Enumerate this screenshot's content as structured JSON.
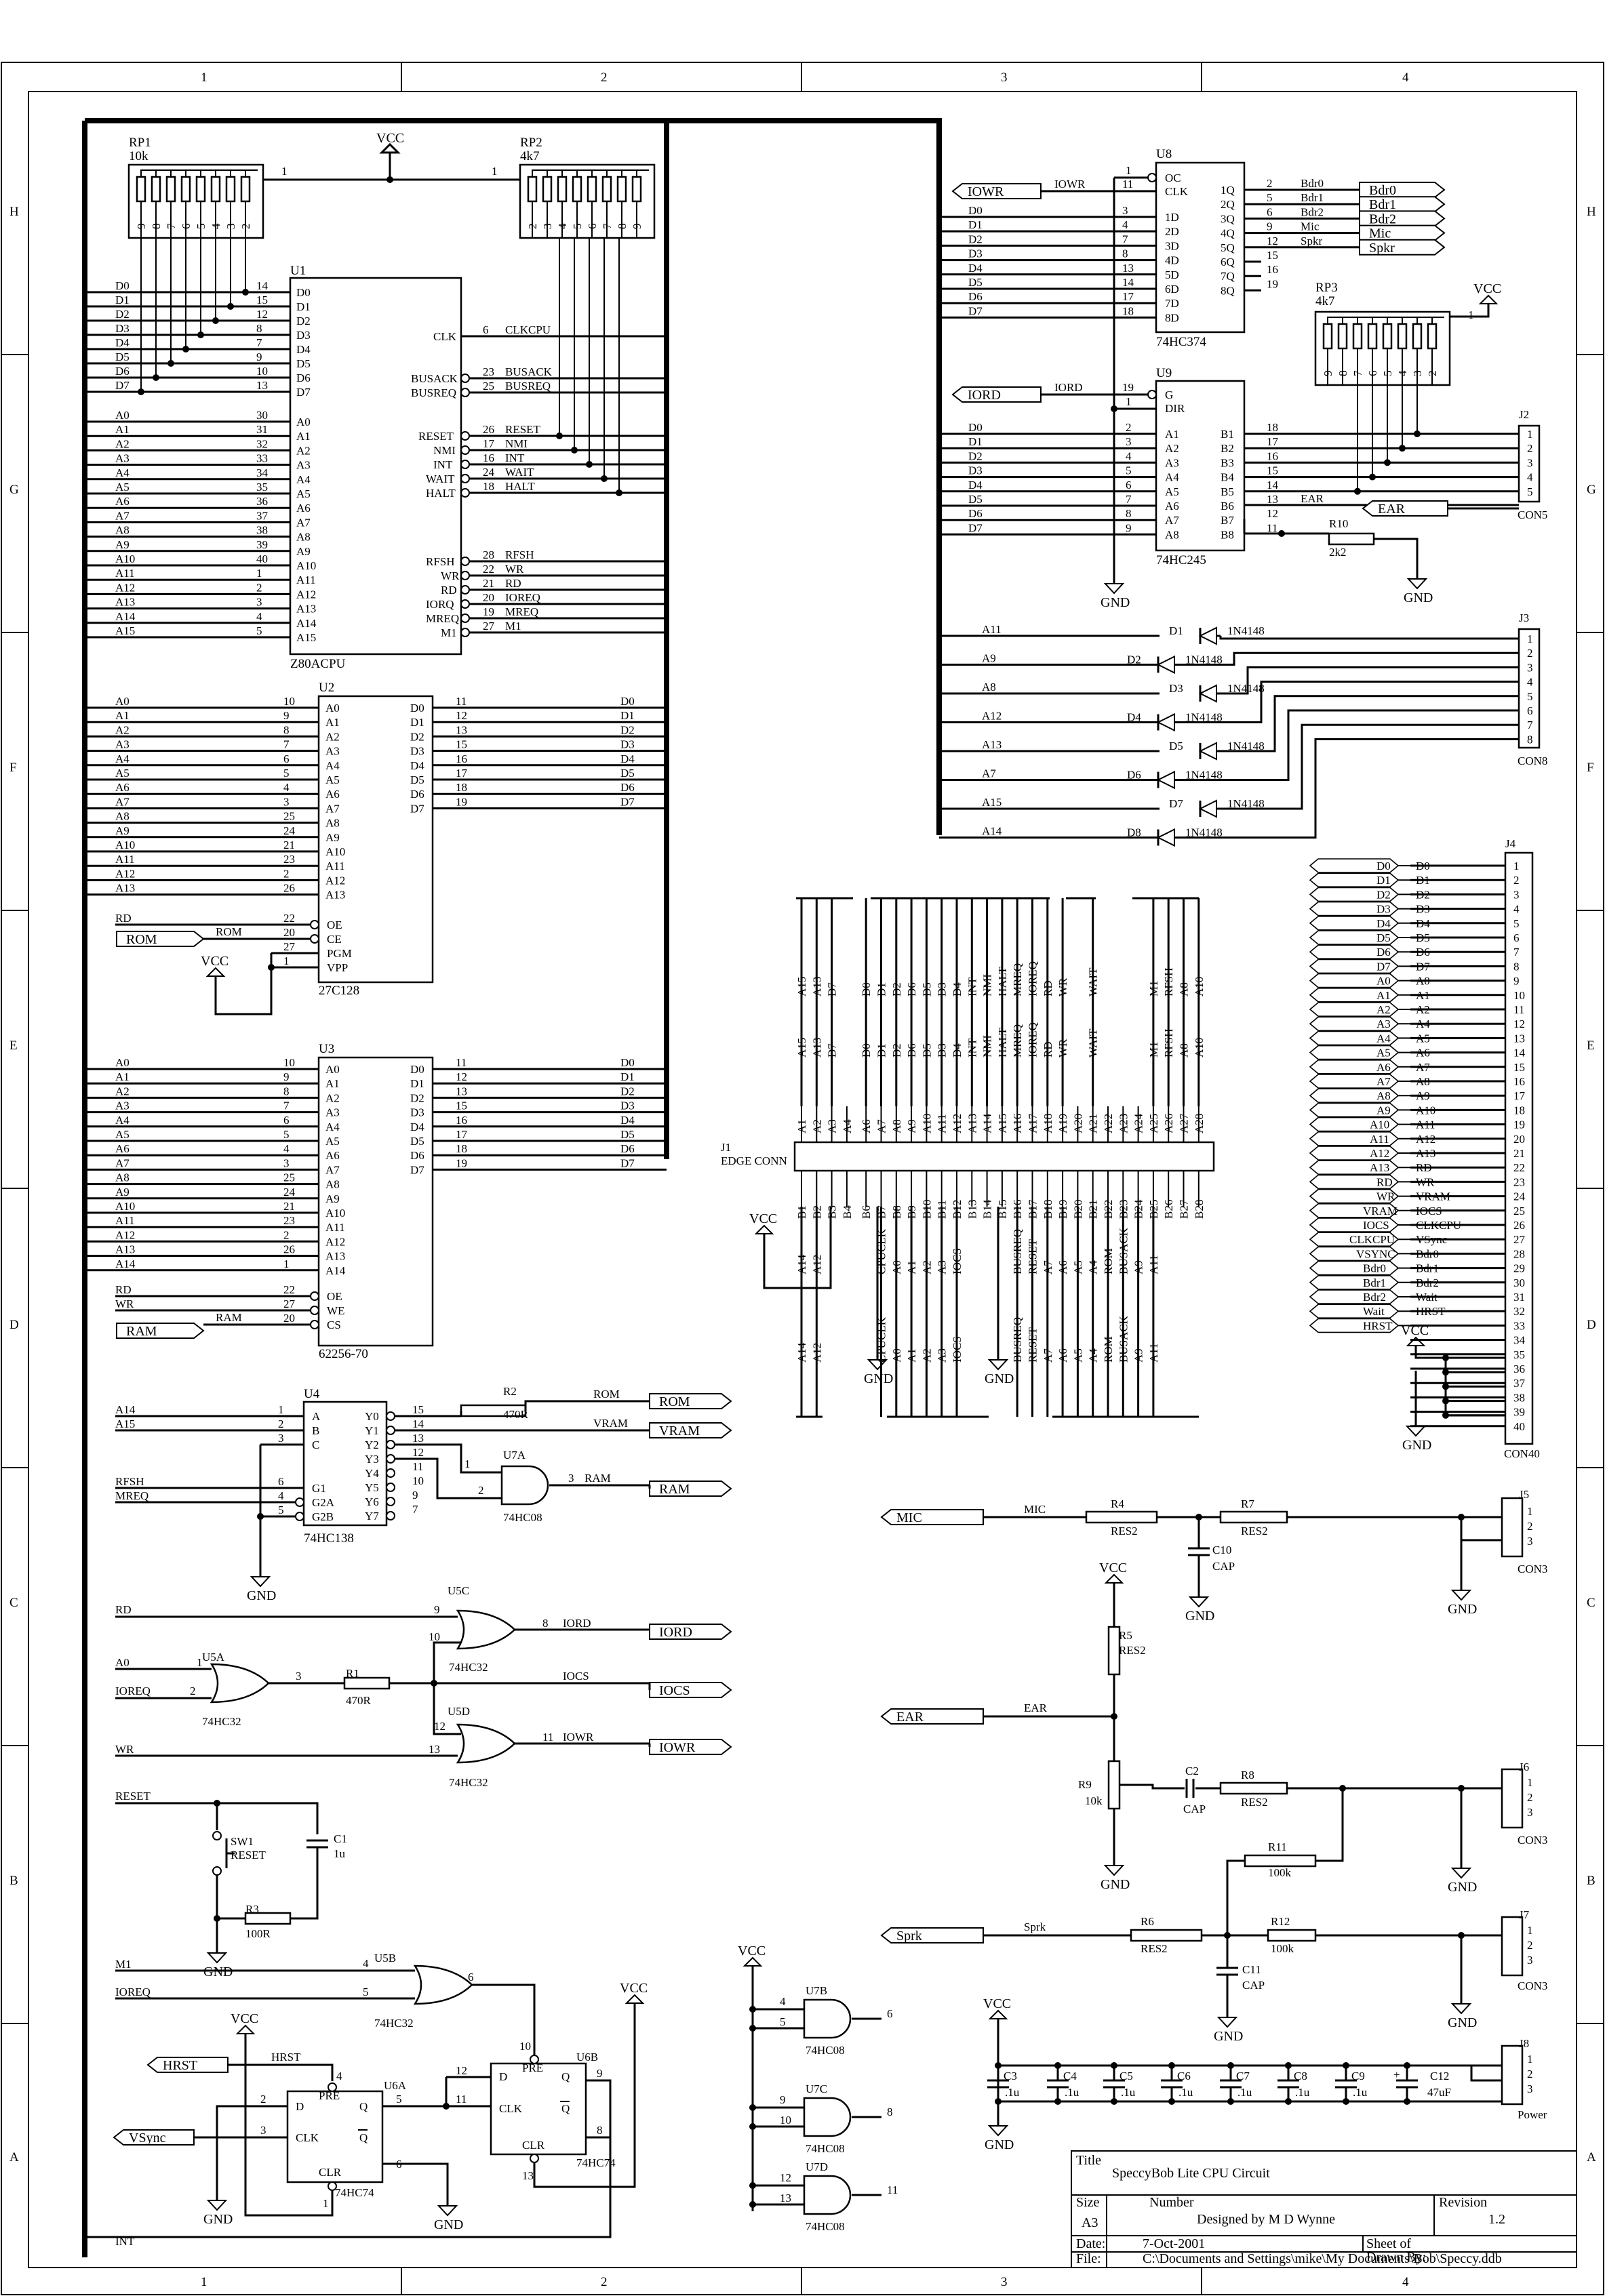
{
  "zones": {
    "columns": [
      "1",
      "2",
      "3",
      "4"
    ],
    "rows": [
      "H",
      "G",
      "F",
      "E",
      "D",
      "C",
      "B",
      "A"
    ]
  },
  "rp1": {
    "ref": "RP1",
    "value": "10k",
    "pin1": "1",
    "pins": [
      "9",
      "8",
      "7",
      "6",
      "5",
      "4",
      "3",
      "2"
    ]
  },
  "rp2": {
    "ref": "RP2",
    "value": "4k7",
    "pin1": "1",
    "pins": [
      "2",
      "3",
      "4",
      "5",
      "6",
      "7",
      "8",
      "9"
    ]
  },
  "rp3": {
    "ref": "RP3",
    "value": "4k7",
    "pin1": "1",
    "pins": [
      "9",
      "8",
      "7",
      "6",
      "5",
      "4",
      "3",
      "2"
    ]
  },
  "vcc": "VCC",
  "gnd": "GND",
  "u1": {
    "ref": "U1",
    "part": "Z80ACPU",
    "data_pins": [
      {
        "net": "D0",
        "num": "14",
        "pin": "D0"
      },
      {
        "net": "D1",
        "num": "15",
        "pin": "D1"
      },
      {
        "net": "D2",
        "num": "12",
        "pin": "D2"
      },
      {
        "net": "D3",
        "num": "8",
        "pin": "D3"
      },
      {
        "net": "D4",
        "num": "7",
        "pin": "D4"
      },
      {
        "net": "D5",
        "num": "9",
        "pin": "D5"
      },
      {
        "net": "D6",
        "num": "10",
        "pin": "D6"
      },
      {
        "net": "D7",
        "num": "13",
        "pin": "D7"
      }
    ],
    "addr_pins": [
      {
        "net": "A0",
        "num": "30"
      },
      {
        "net": "A1",
        "num": "31"
      },
      {
        "net": "A2",
        "num": "32"
      },
      {
        "net": "A3",
        "num": "33"
      },
      {
        "net": "A4",
        "num": "34"
      },
      {
        "net": "A5",
        "num": "35"
      },
      {
        "net": "A6",
        "num": "36"
      },
      {
        "net": "A7",
        "num": "37"
      },
      {
        "net": "A8",
        "num": "38"
      },
      {
        "net": "A9",
        "num": "39"
      },
      {
        "net": "A10",
        "num": "40"
      },
      {
        "net": "A11",
        "num": "1"
      },
      {
        "net": "A12",
        "num": "2"
      },
      {
        "net": "A13",
        "num": "3"
      },
      {
        "net": "A14",
        "num": "4"
      },
      {
        "net": "A15",
        "num": "5"
      }
    ],
    "right_pins": [
      {
        "pin": "CLK",
        "num": "6",
        "net": "CLKCPU"
      },
      {
        "pin": "BUSACK",
        "num": "23",
        "net": "BUSACK"
      },
      {
        "pin": "BUSREQ",
        "num": "25",
        "net": "BUSREQ"
      },
      {
        "pin": "RESET",
        "num": "26",
        "net": "RESET"
      },
      {
        "pin": "NMI",
        "num": "17",
        "net": "NMI"
      },
      {
        "pin": "INT",
        "num": "16",
        "net": "INT"
      },
      {
        "pin": "WAIT",
        "num": "24",
        "net": "WAIT"
      },
      {
        "pin": "HALT",
        "num": "18",
        "net": "HALT"
      },
      {
        "pin": "RFSH",
        "num": "28",
        "net": "RFSH"
      },
      {
        "pin": "WR",
        "num": "22",
        "net": "WR"
      },
      {
        "pin": "RD",
        "num": "21",
        "net": "RD"
      },
      {
        "pin": "IORQ",
        "num": "20",
        "net": "IOREQ"
      },
      {
        "pin": "MREQ",
        "num": "19",
        "net": "MREQ"
      },
      {
        "pin": "M1",
        "num": "27",
        "net": "M1"
      }
    ]
  },
  "u2": {
    "ref": "U2",
    "part": "27C128",
    "addr_nums": [
      "10",
      "9",
      "8",
      "7",
      "6",
      "5",
      "4",
      "3",
      "25",
      "24",
      "21",
      "23",
      "2",
      "26"
    ],
    "data_nums": [
      "11",
      "12",
      "13",
      "15",
      "16",
      "17",
      "18",
      "19"
    ],
    "ctrl": [
      {
        "net": "RD",
        "num": "22",
        "pin": "OE"
      },
      {
        "net": "ROM",
        "num": "20",
        "pin": "CE"
      },
      {
        "net": "",
        "num": "27",
        "pin": "PGM"
      },
      {
        "net": "",
        "num": "1",
        "pin": "VPP"
      }
    ],
    "rom_port": "ROM"
  },
  "u3": {
    "ref": "U3",
    "part": "62256-70",
    "addr_nums": [
      "10",
      "9",
      "8",
      "7",
      "6",
      "5",
      "4",
      "3",
      "25",
      "24",
      "21",
      "23",
      "2",
      "26",
      "1"
    ],
    "data_nums": [
      "11",
      "12",
      "13",
      "15",
      "16",
      "17",
      "18",
      "19"
    ],
    "ctrl": [
      {
        "net": "RD",
        "num": "22",
        "pin": "OE"
      },
      {
        "net": "WR",
        "num": "27",
        "pin": "WE"
      },
      {
        "net": "RAM",
        "num": "20",
        "pin": "CS"
      }
    ],
    "ram_port": "RAM"
  },
  "u4": {
    "ref": "U4",
    "part": "74HC138",
    "in_pins": [
      {
        "net": "A14",
        "num": "1",
        "pin": "A"
      },
      {
        "net": "A15",
        "num": "2",
        "pin": "B"
      },
      {
        "net": "",
        "num": "3",
        "pin": "C"
      },
      {
        "net": "RFSH",
        "num": "6",
        "pin": "G1"
      },
      {
        "net": "MREQ",
        "num": "4",
        "pin": "G2A"
      },
      {
        "net": "",
        "num": "5",
        "pin": "G2B"
      }
    ],
    "out_pins": [
      {
        "pin": "Y0",
        "num": "15"
      },
      {
        "pin": "Y1",
        "num": "14"
      },
      {
        "pin": "Y2",
        "num": "13"
      },
      {
        "pin": "Y3",
        "num": "12"
      },
      {
        "pin": "Y4",
        "num": "11"
      },
      {
        "pin": "Y5",
        "num": "10"
      },
      {
        "pin": "Y6",
        "num": "9"
      },
      {
        "pin": "Y7",
        "num": "7"
      }
    ]
  },
  "r2": {
    "ref": "R2",
    "value": "470R",
    "net": "ROM"
  },
  "vram_net": "VRAM",
  "u7a": {
    "ref": "U7A",
    "part": "74HC08",
    "in1": "1",
    "in2": "2",
    "out": "3",
    "net": "RAM"
  },
  "ports": {
    "rom": "ROM",
    "vram": "VRAM",
    "ram": "RAM",
    "iord": "IORD",
    "iocs": "IOCS",
    "iowr": "IOWR",
    "iowr_in": "IOWR",
    "iord_in": "IORD",
    "mic": "MIC",
    "ear": "EAR",
    "sprk": "Sprk",
    "hrst": "HRST",
    "vsync": "VSync",
    "ear_j2": "EAR"
  },
  "u5a": {
    "ref": "U5A",
    "part": "74HC32",
    "in1": "1",
    "in2": "2",
    "out": "3",
    "net1": "A0",
    "net2": "IOREQ"
  },
  "u5c": {
    "ref": "U5C",
    "part": "74HC32",
    "in1": "9",
    "in2": "10",
    "out": "8",
    "net_in": "RD",
    "net_out": "IORD"
  },
  "u5d": {
    "ref": "U5D",
    "part": "74HC32",
    "in1": "12",
    "in2": "13",
    "out": "11",
    "net_in": "WR",
    "net_out": "IOWR"
  },
  "r1": {
    "ref": "R1",
    "value": "470R",
    "net": "IOCS"
  },
  "reset": {
    "net": "RESET",
    "sw": "SW1",
    "sw_label": "RESET",
    "c": "C1",
    "c_value": "1u",
    "r": "R3",
    "r_value": "100R"
  },
  "u5b": {
    "ref": "U5B",
    "part": "74HC32",
    "in1": "4",
    "in2": "5",
    "out": "6",
    "net1": "M1",
    "net2": "IOREQ"
  },
  "u6a": {
    "ref": "U6A",
    "part": "74HC74",
    "pre_num": "4",
    "d_num": "2",
    "clk_num": "3",
    "q_num": "5",
    "qn_num": "6",
    "clr_num": "1",
    "net_pre": "HRST",
    "pins": {
      "d": "D",
      "clk": "CLK",
      "pre": "PRE",
      "clr": "CLR",
      "q": "Q",
      "qn": "Q"
    }
  },
  "u6b": {
    "ref": "U6B",
    "part": "74HC74",
    "pre_num": "10",
    "d_num": "12",
    "clk_num": "11",
    "q_num": "9",
    "qn_num": "8",
    "clr_num": "13",
    "pins": {
      "d": "D",
      "clk": "CLK",
      "pre": "PRE",
      "clr": "CLR",
      "q": "Q",
      "qn": "Q"
    }
  },
  "int_net": "INT",
  "u7": [
    {
      "ref": "U7B",
      "part": "74HC08",
      "in1": "4",
      "in2": "5",
      "out": "6"
    },
    {
      "ref": "U7C",
      "part": "74HC08",
      "in1": "9",
      "in2": "10",
      "out": "8"
    },
    {
      "ref": "U7D",
      "part": "74HC08",
      "in1": "12",
      "in2": "13",
      "out": "11"
    }
  ],
  "u8": {
    "ref": "U8",
    "part": "74HC374",
    "oc": {
      "num": "1",
      "pin": "OC"
    },
    "clk": {
      "num": "11",
      "pin": "CLK",
      "net": "IOWR"
    },
    "d_pins": [
      {
        "net": "D0",
        "num": "3",
        "pin": "1D"
      },
      {
        "net": "D1",
        "num": "4",
        "pin": "2D"
      },
      {
        "net": "D2",
        "num": "7",
        "pin": "3D"
      },
      {
        "net": "D3",
        "num": "8",
        "pin": "4D"
      },
      {
        "net": "D4",
        "num": "13",
        "pin": "5D"
      },
      {
        "net": "D5",
        "num": "14",
        "pin": "6D"
      },
      {
        "net": "D6",
        "num": "17",
        "pin": "7D"
      },
      {
        "net": "D7",
        "num": "18",
        "pin": "8D"
      }
    ],
    "q_pins": [
      {
        "pin": "1Q",
        "num": "2",
        "net": "Bdr0"
      },
      {
        "pin": "2Q",
        "num": "5",
        "net": "Bdr1"
      },
      {
        "pin": "3Q",
        "num": "6",
        "net": "Bdr2"
      },
      {
        "pin": "4Q",
        "num": "9",
        "net": "Mic"
      },
      {
        "pin": "5Q",
        "num": "12",
        "net": "Spkr"
      },
      {
        "pin": "6Q",
        "num": "15",
        "net": ""
      },
      {
        "pin": "7Q",
        "num": "16",
        "net": ""
      },
      {
        "pin": "8Q",
        "num": "19",
        "net": ""
      }
    ],
    "out_ports": [
      "Bdr0",
      "Bdr1",
      "Bdr2",
      "Mic",
      "Spkr"
    ]
  },
  "u9": {
    "ref": "U9",
    "part": "74HC245",
    "g": {
      "num": "19",
      "pin": "G",
      "net": "IORD"
    },
    "dir": {
      "num": "1",
      "pin": "DIR"
    },
    "a_pins": [
      {
        "net": "D0",
        "num": "2",
        "pin": "A1"
      },
      {
        "net": "D1",
        "num": "3",
        "pin": "A2"
      },
      {
        "net": "D2",
        "num": "4",
        "pin": "A3"
      },
      {
        "net": "D3",
        "num": "5",
        "pin": "A4"
      },
      {
        "net": "D4",
        "num": "6",
        "pin": "A5"
      },
      {
        "net": "D5",
        "num": "7",
        "pin": "A6"
      },
      {
        "net": "D6",
        "num": "8",
        "pin": "A7"
      },
      {
        "net": "D7",
        "num": "9",
        "pin": "A8"
      }
    ],
    "b_pins": [
      {
        "pin": "B1",
        "num": "18"
      },
      {
        "pin": "B2",
        "num": "17"
      },
      {
        "pin": "B3",
        "num": "16"
      },
      {
        "pin": "B4",
        "num": "15"
      },
      {
        "pin": "B5",
        "num": "14"
      },
      {
        "pin": "B6",
        "num": "13"
      },
      {
        "pin": "B7",
        "num": "12"
      },
      {
        "pin": "B8",
        "num": "11"
      }
    ]
  },
  "r10": {
    "ref": "R10",
    "value": "2k2"
  },
  "j2": {
    "ref": "J2",
    "part": "CON5",
    "pins": [
      "1",
      "2",
      "3",
      "4",
      "5"
    ]
  },
  "diodes": [
    {
      "net": "A11",
      "ref": "D1",
      "part": "1N4148"
    },
    {
      "net": "A9",
      "ref": "D2",
      "part": "1N4148"
    },
    {
      "net": "A8",
      "ref": "D3",
      "part": "1N4148"
    },
    {
      "net": "A12",
      "ref": "D4",
      "part": "1N4148"
    },
    {
      "net": "A13",
      "ref": "D5",
      "part": "1N4148"
    },
    {
      "net": "A7",
      "ref": "D6",
      "part": "1N4148"
    },
    {
      "net": "A15",
      "ref": "D7",
      "part": "1N4148"
    },
    {
      "net": "A14",
      "ref": "D8",
      "part": "1N4148"
    }
  ],
  "j3": {
    "ref": "J3",
    "part": "CON8",
    "pins": [
      "1",
      "2",
      "3",
      "4",
      "5",
      "6",
      "7",
      "8"
    ]
  },
  "j1": {
    "ref": "J1",
    "part": "EDGE CONN",
    "top_nets": [
      "A15",
      "A13",
      "D7",
      "",
      "D0",
      "D1",
      "D2",
      "D6",
      "D5",
      "D3",
      "D4",
      "INT",
      "NMI",
      "HALT",
      "MREQ",
      "IOREQ",
      "RD",
      "WR",
      "",
      "WAIT",
      "",
      "",
      "",
      "M1",
      "RFSH",
      "A8",
      "A10",
      ""
    ],
    "top_pins": [
      "A1",
      "A2",
      "A3",
      "A4",
      "A6",
      "A7",
      "A8",
      "A9",
      "A10",
      "A11",
      "A12",
      "A13",
      "A14",
      "A15",
      "A16",
      "A17",
      "A18",
      "A19",
      "A20",
      "A21",
      "A22",
      "A23",
      "A24",
      "A25",
      "A26",
      "A27",
      "A28"
    ],
    "bot_pins": [
      "B1",
      "B2",
      "B3",
      "B4",
      "B6",
      "B7",
      "B8",
      "B9",
      "B10",
      "B11",
      "B12",
      "B13",
      "B14",
      "B15",
      "B16",
      "B17",
      "B18",
      "B19",
      "B20",
      "B21",
      "B22",
      "B23",
      "B24",
      "B25",
      "B26",
      "B27",
      "B28"
    ],
    "bot_nets": [
      "A14",
      "A12",
      "",
      "",
      "",
      "CPUCLK",
      "A0",
      "A1",
      "A2",
      "A3",
      "IOCS",
      "",
      "",
      "",
      "BUSREQ",
      "RESET",
      "A7",
      "A6",
      "A5",
      "A4",
      "ROM",
      "BUSACK",
      "A9",
      "A11",
      "",
      "",
      ""
    ]
  },
  "j4": {
    "ref": "J4",
    "part": "CON40",
    "rows": [
      {
        "port": "D0",
        "net": "D0"
      },
      {
        "port": "D1",
        "net": "D1"
      },
      {
        "port": "D2",
        "net": "D2"
      },
      {
        "port": "D3",
        "net": "D3"
      },
      {
        "port": "D4",
        "net": "D4"
      },
      {
        "port": "D5",
        "net": "D5"
      },
      {
        "port": "D6",
        "net": "D6"
      },
      {
        "port": "D7",
        "net": "D7"
      },
      {
        "port": "A0",
        "net": "A0"
      },
      {
        "port": "A1",
        "net": "A1"
      },
      {
        "port": "A2",
        "net": "A2"
      },
      {
        "port": "A3",
        "net": "A4"
      },
      {
        "port": "A4",
        "net": "A5"
      },
      {
        "port": "A5",
        "net": "A6"
      },
      {
        "port": "A6",
        "net": "A7"
      },
      {
        "port": "A7",
        "net": "A8"
      },
      {
        "port": "A8",
        "net": "A9"
      },
      {
        "port": "A9",
        "net": "A10"
      },
      {
        "port": "A10",
        "net": "A11"
      },
      {
        "port": "A11",
        "net": "A12"
      },
      {
        "port": "A12",
        "net": "A13"
      },
      {
        "port": "A13",
        "net": "RD"
      },
      {
        "port": "RD",
        "net": "WR"
      },
      {
        "port": "WR",
        "net": "VRAM"
      },
      {
        "port": "VRAM",
        "net": "IOCS"
      },
      {
        "port": "IOCS",
        "net": "CLKCPU"
      },
      {
        "port": "CLKCPU",
        "net": "VSync"
      },
      {
        "port": "VSYNC",
        "net": "Bdr0"
      },
      {
        "port": "Bdr0",
        "net": "Bdr1"
      },
      {
        "port": "Bdr1",
        "net": "Bdr2"
      },
      {
        "port": "Bdr2",
        "net": "Wait"
      },
      {
        "port": "Wait",
        "net": "HRST"
      },
      {
        "port": "HRST",
        "net": ""
      }
    ],
    "pins": [
      "1",
      "2",
      "3",
      "4",
      "5",
      "6",
      "7",
      "8",
      "9",
      "10",
      "11",
      "12",
      "13",
      "14",
      "15",
      "16",
      "17",
      "18",
      "19",
      "20",
      "21",
      "22",
      "23",
      "24",
      "25",
      "26",
      "27",
      "28",
      "29",
      "30",
      "31",
      "32",
      "33",
      "34",
      "35",
      "36",
      "37",
      "38",
      "39",
      "40"
    ]
  },
  "audio": {
    "r4": {
      "ref": "R4",
      "value": "RES2"
    },
    "r7": {
      "ref": "R7",
      "value": "RES2"
    },
    "c10": {
      "ref": "C10",
      "value": "CAP"
    },
    "j5": {
      "ref": "J5",
      "part": "CON3"
    },
    "r5": {
      "ref": "R5",
      "value": "RES2"
    },
    "r9": {
      "ref": "R9",
      "value": "10k"
    },
    "c2": {
      "ref": "C2",
      "value": "CAP"
    },
    "r8": {
      "ref": "R8",
      "value": "RES2"
    },
    "r11": {
      "ref": "R11",
      "value": "100k"
    },
    "j6": {
      "ref": "J6",
      "part": "CON3"
    },
    "r6": {
      "ref": "R6",
      "value": "RES2"
    },
    "r12": {
      "ref": "R12",
      "value": "100k"
    },
    "c11": {
      "ref": "C11",
      "value": "CAP"
    },
    "j7": {
      "ref": "J7",
      "part": "CON3"
    },
    "mic_net": "MIC",
    "ear_net": "EAR",
    "sprk_net": "Sprk",
    "j_pins": [
      "1",
      "2",
      "3"
    ]
  },
  "power": {
    "caps": [
      {
        "ref": "C3",
        "value": ".1u"
      },
      {
        "ref": "C4",
        "value": ".1u"
      },
      {
        "ref": "C5",
        "value": ".1u"
      },
      {
        "ref": "C6",
        "value": ".1u"
      },
      {
        "ref": "C7",
        "value": ".1u"
      },
      {
        "ref": "C8",
        "value": ".1u"
      },
      {
        "ref": "C9",
        "value": ".1u"
      }
    ],
    "c12": {
      "ref": "C12",
      "value": "47uF",
      "plus": "+"
    },
    "j8": {
      "ref": "J8",
      "part": "Power",
      "pins": [
        "1",
        "2",
        "3"
      ]
    }
  },
  "title_block": {
    "title_label": "Title",
    "title": "SpeccyBob Lite CPU Circuit",
    "size_label": "Size",
    "size": "A3",
    "number_label": "Number",
    "number": "Designed by M D Wynne",
    "revision_label": "Revision",
    "revision": "1.2",
    "date_label": "Date:",
    "date": "7-Oct-2001",
    "sheet_label": "Sheet   of",
    "file_label": "File:",
    "file": "C:\\Documents and Settings\\mike\\My Documents\\Bob\\Speccy.ddb",
    "drawn_label": "Drawn By:"
  }
}
